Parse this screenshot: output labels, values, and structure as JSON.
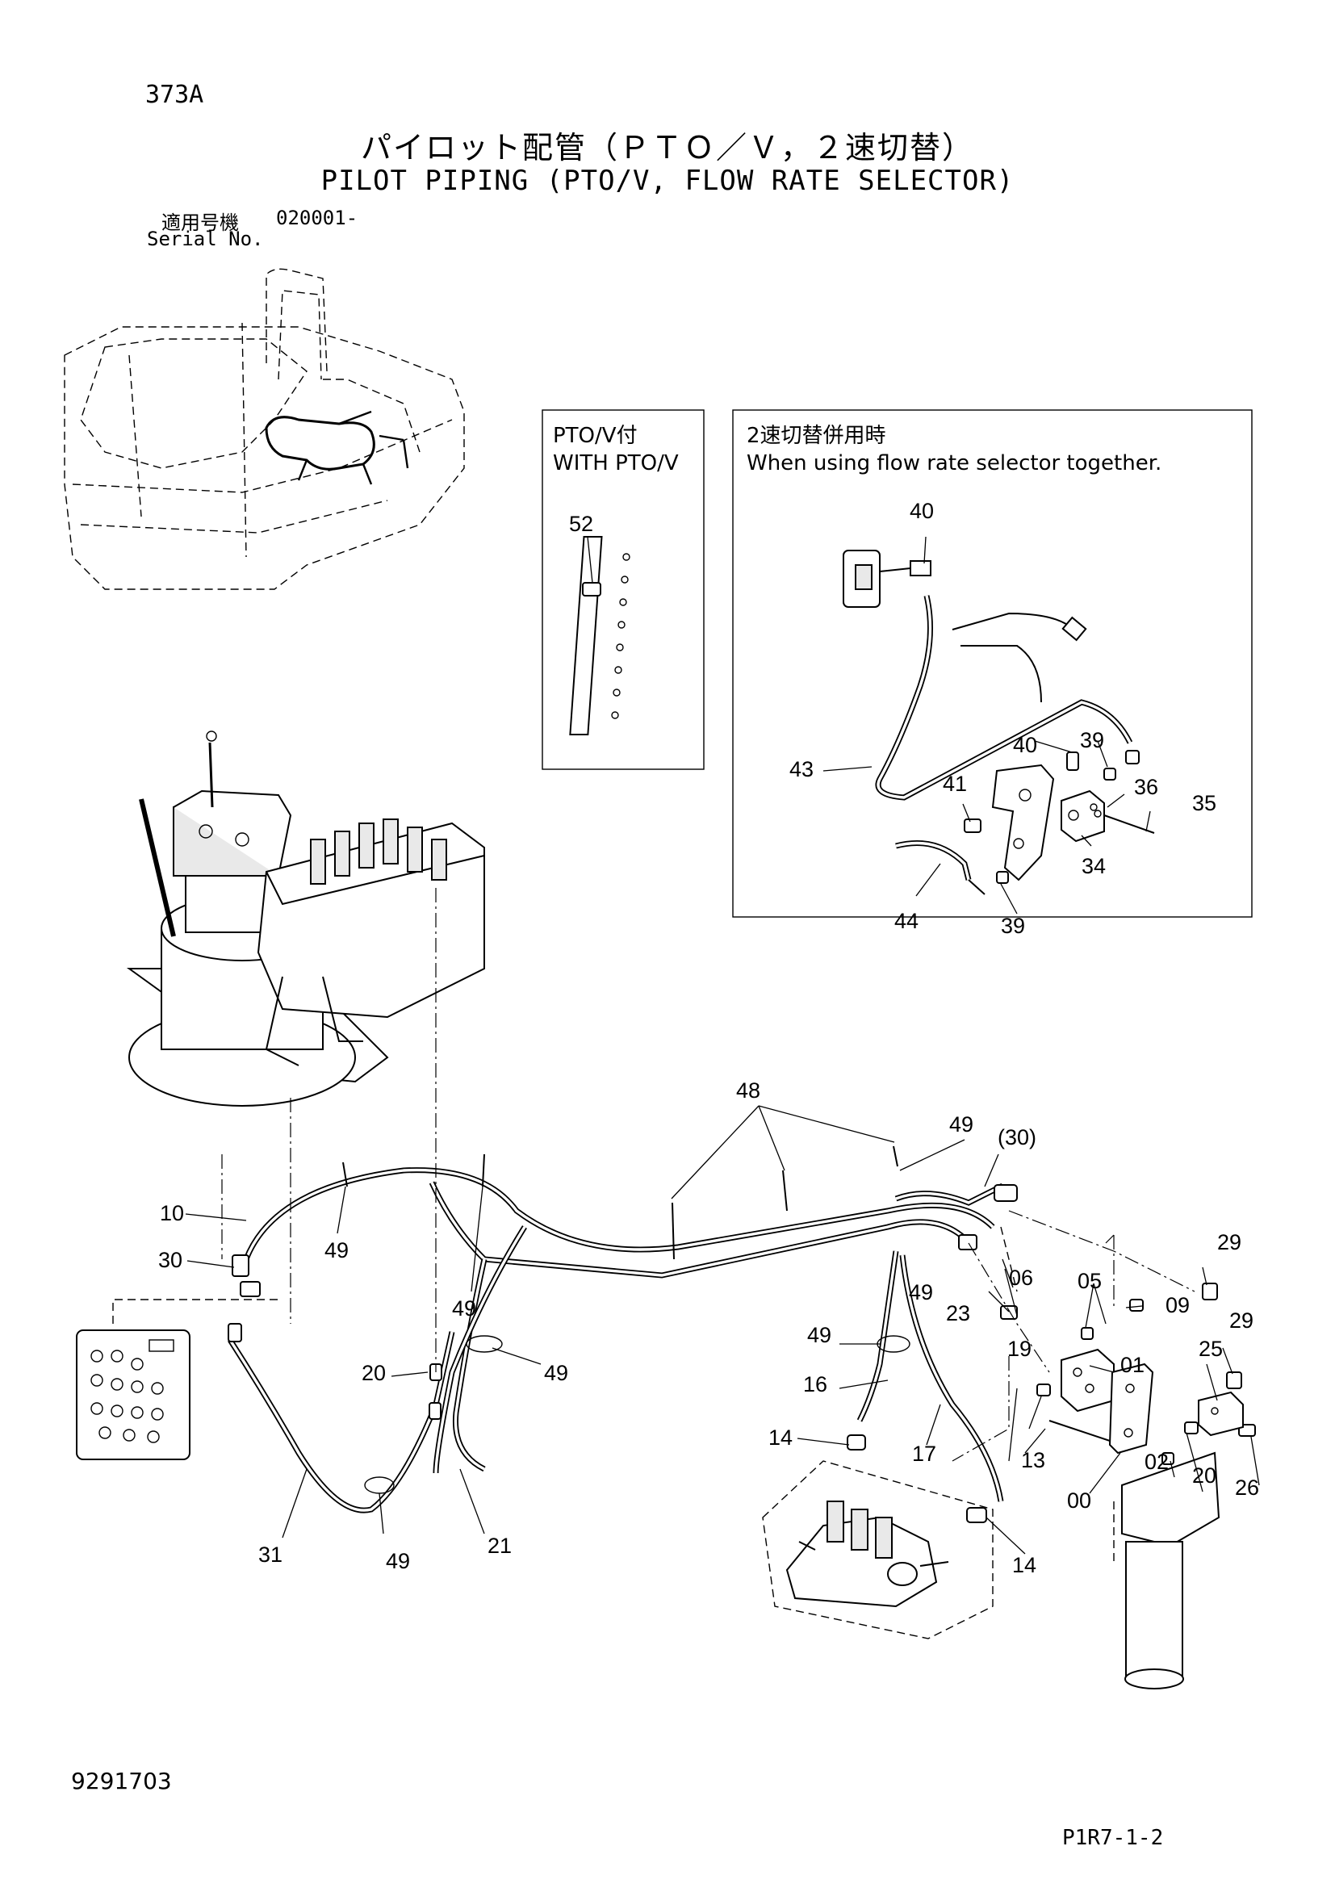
{
  "header": {
    "page_code": "373A",
    "title_jp": "パイロット配管（ＰＴＯ／Ｖ，２速切替）",
    "title_en": "PILOT PIPING (PTO/V, FLOW RATE SELECTOR)",
    "serial_label_jp": "適用号機",
    "serial_value": "020001-",
    "serial_label_en": "Serial No."
  },
  "insets": {
    "pto": {
      "label_jp": "PTO/V付",
      "label_en": "WITH PTO/V"
    },
    "flow": {
      "label_jp": "2速切替併用時",
      "label_en": "When using flow rate selector together."
    }
  },
  "callouts": {
    "pto_52": "52",
    "fr_40a": "40",
    "fr_40b": "40",
    "fr_39a": "39",
    "fr_39b": "39",
    "fr_36": "36",
    "fr_35": "35",
    "fr_34": "34",
    "fr_41": "41",
    "fr_43": "43",
    "fr_44": "44",
    "m_48": "48",
    "m_49a": "49",
    "m_30p": "(30)",
    "m_10": "10",
    "m_30": "30",
    "m_49b": "49",
    "m_49c": "49",
    "m_49d": "49",
    "m_49e": "49",
    "m_49f": "49",
    "m_49g": "49",
    "m_06": "06",
    "m_23": "23",
    "m_29a": "29",
    "m_29b": "29",
    "m_05": "05",
    "m_09": "09",
    "m_19": "19",
    "m_25": "25",
    "m_01": "01",
    "m_16": "16",
    "m_20a": "20",
    "m_20b": "20",
    "m_14a": "14",
    "m_14b": "14",
    "m_17": "17",
    "m_13": "13",
    "m_02": "02",
    "m_26": "26",
    "m_00": "00",
    "m_31": "31",
    "m_21": "21"
  },
  "footer": {
    "doc_number": "9291703",
    "page_ref": "P1R7-1-2"
  }
}
